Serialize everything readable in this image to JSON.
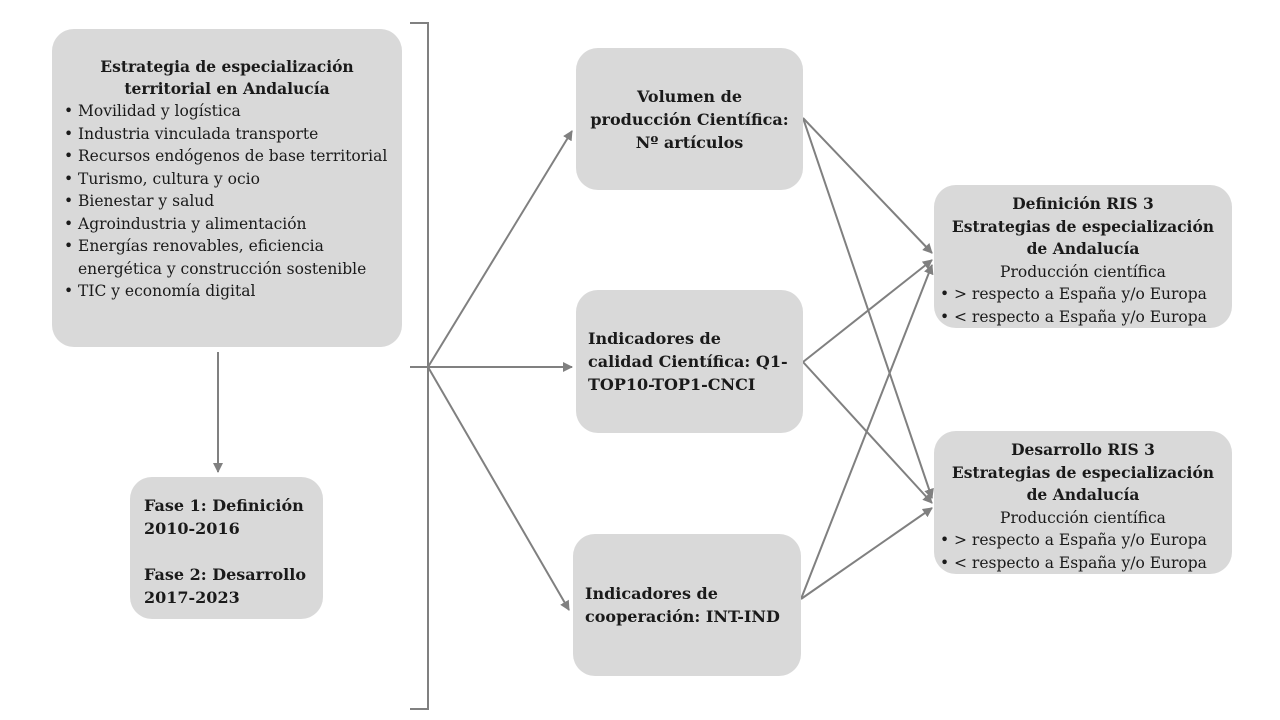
{
  "strategy": {
    "title": "Estrategia de especialización territorial en Andalucía",
    "items": [
      "Movilidad y logística",
      "Industria vinculada transporte",
      "Recursos endógenos de base territorial",
      "Turismo, cultura y ocio",
      "Bienestar y salud",
      "Agroindustria y alimentación",
      "Energías renovables, eficiencia energética y construcción sostenible",
      "TIC y economía digital"
    ]
  },
  "phases": {
    "phase1": "Fase 1: Definición 2010-2016",
    "phase2": "Fase 2: Desarrollo 2017-2023"
  },
  "indicators": {
    "volume": "Volumen de producción Científica: Nº artículos",
    "quality": "Indicadores de calidad Científica: Q1-TOP10-TOP1-CNCI",
    "cooperation": "Indicadores de cooperación: INT-IND"
  },
  "definition": {
    "title": "Definición RIS 3",
    "subtitle": "Estrategias de especialización de Andalucía",
    "label": "Producción científica",
    "items": [
      "> respecto a España y/o Europa",
      "< respecto a España y/o Europa"
    ]
  },
  "development": {
    "title": "Desarrollo RIS 3",
    "subtitle": "Estrategias de especialización de Andalucía",
    "label": "Producción científica",
    "items": [
      ">  respecto a España y/o Europa",
      "<  respecto a España y/o Europa"
    ]
  },
  "colors": {
    "box": "#d9d9d9",
    "line": "#808080"
  }
}
